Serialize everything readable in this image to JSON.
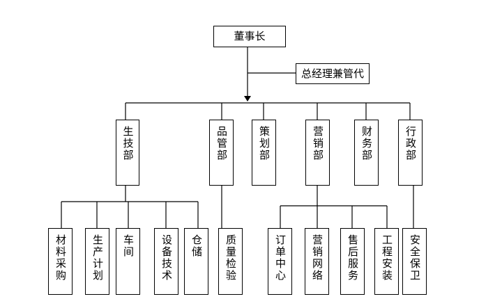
{
  "chart_data": {
    "type": "org-chart",
    "root": {
      "label": "董事长",
      "assistant": "总经理兼管代",
      "children": [
        {
          "label": "生技部",
          "children": [
            "材料采购",
            "生产计划",
            "车间",
            "设备技术",
            "仓储"
          ]
        },
        {
          "label": "品管部",
          "children": [
            "质量检验"
          ]
        },
        {
          "label": "策划部",
          "children": []
        },
        {
          "label": "营销部",
          "children": [
            "订单中心",
            "营销网络",
            "售后服务",
            "工程安装"
          ]
        },
        {
          "label": "财务部",
          "children": []
        },
        {
          "label": "行政部",
          "children": [
            "安全保卫"
          ]
        }
      ]
    }
  },
  "nodes": {
    "chairman": "董事长",
    "gm": "总经理兼管代",
    "shengji": "生技部",
    "pinguan": "品管部",
    "cehua": "策划部",
    "yingxiao": "营销部",
    "caiwu": "财务部",
    "xingzheng": "行政部",
    "cailiao": "材料采购",
    "shengchan": "生产计划",
    "chejian": "车间",
    "shebei": "设备技术",
    "cangchu": "仓储",
    "zhiliang": "质量检验",
    "dingdan": "订单中心",
    "wangluo": "营销网络",
    "shouhou": "售后服务",
    "gongcheng": "工程安装",
    "anquan": "安全保卫"
  }
}
